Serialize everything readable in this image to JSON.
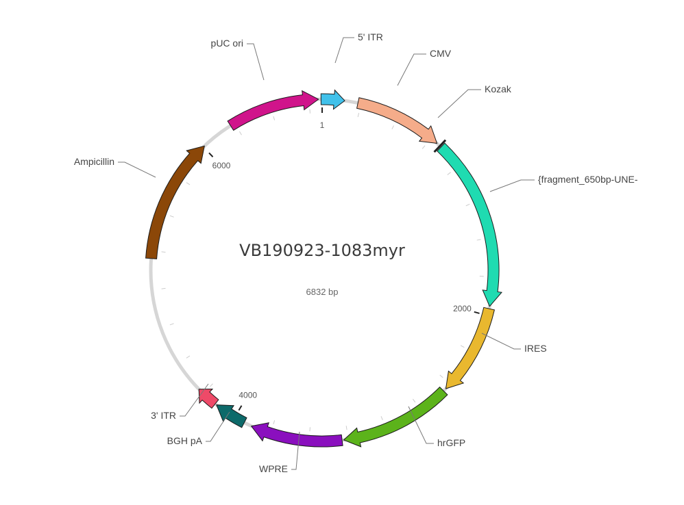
{
  "plasmid": {
    "name": "VB190923-1083myr",
    "size_label": "6832 bp",
    "length_bp": 6832
  },
  "ticks": [
    {
      "bp": 1,
      "label": "1"
    },
    {
      "bp": 2000,
      "label": "2000"
    },
    {
      "bp": 4000,
      "label": "4000"
    },
    {
      "bp": 6000,
      "label": "6000"
    }
  ],
  "features": [
    {
      "id": "itr5",
      "label": "5' ITR",
      "start": 6826,
      "end": 145,
      "strand": 1,
      "color": "#41c1ea"
    },
    {
      "id": "cmv",
      "label": "CMV",
      "start": 230,
      "end": 800,
      "strand": 1,
      "color": "#f5ac8a"
    },
    {
      "id": "kozak",
      "label": "Kozak",
      "start": 820,
      "end": 830,
      "strand": 1,
      "color": "#222222"
    },
    {
      "id": "fragment",
      "label": "{fragment_650bp-UNE-",
      "start": 835,
      "end": 1940,
      "strand": 1,
      "color": "#1fdbb1"
    },
    {
      "id": "ires",
      "label": "IRES",
      "start": 1955,
      "end": 2540,
      "strand": 1,
      "color": "#e9b82f"
    },
    {
      "id": "hrgfp",
      "label": "hrGFP",
      "start": 2560,
      "end": 3280,
      "strand": 1,
      "color": "#5cb31b"
    },
    {
      "id": "wpre",
      "label": "WPRE",
      "start": 3290,
      "end": 3880,
      "strand": 1,
      "color": "#8a0fbe"
    },
    {
      "id": "bghpa",
      "label": "BGH pA",
      "start": 3930,
      "end": 4140,
      "strand": 1,
      "color": "#0d6a6a"
    },
    {
      "id": "itr3",
      "label": "3' ITR",
      "start": 4150,
      "end": 4290,
      "strand": 1,
      "color": "#ee4a68"
    },
    {
      "id": "amp",
      "label": "Ampicillin",
      "start": 5200,
      "end": 6010,
      "strand": 1,
      "color": "#8b4708"
    },
    {
      "id": "puc",
      "label": "pUC ori",
      "start": 6220,
      "end": 6810,
      "strand": 1,
      "color": "#d0148b"
    }
  ]
}
